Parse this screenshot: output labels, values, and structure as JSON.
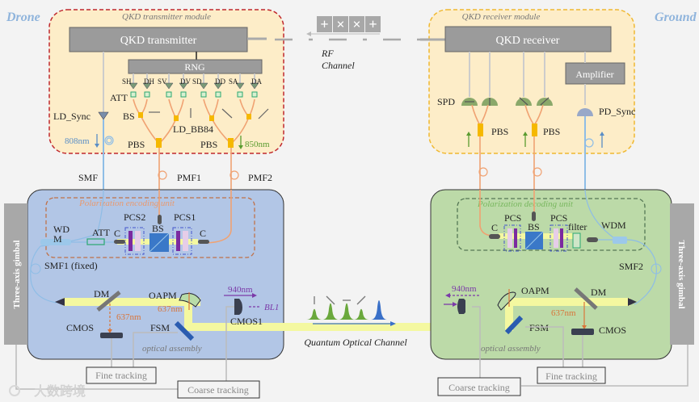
{
  "labels": {
    "drone": "Drone",
    "ground": "Ground",
    "tx_module": "QKD transmitter module",
    "rx_module": "QKD receiver module",
    "qkd_transmitter": "QKD transmitter",
    "qkd_receiver": "QKD receiver",
    "rng": "RNG",
    "amplifier": "Amplifier",
    "att": "ATT",
    "bs": "BS",
    "ld_bb84": "LD_BB84",
    "ld_sync": "LD_Sync",
    "pd_sync": "PD_Sync",
    "pbs": "PBS",
    "spd": "SPD",
    "wl_808": "808nm",
    "wl_850": "850nm",
    "smf": "SMF",
    "pmf1": "PMF1",
    "pmf2": "PMF2",
    "rf_channel_1": "RF",
    "rf_channel_2": "Channel",
    "enc_unit": "Polarization encoding unit",
    "dec_unit": "Polarization decoding unit",
    "pcs1": "PCS1",
    "pcs2": "PCS2",
    "pcs": "PCS",
    "c": "C",
    "wdm_tx_1": "WD",
    "wdm_tx_2": "M",
    "wdm": "WDM",
    "filter": "filter",
    "smf1": "SMF1 (fixed)",
    "smf2": "SMF2",
    "gimbal": "Three-axis gimbal",
    "dm": "DM",
    "oapm": "OAPM",
    "wl_637": "637nm",
    "wl_940": "940nm",
    "bl1": "BL1",
    "cmos": "CMOS",
    "cmos1": "CMOS1",
    "fsm": "FSM",
    "optical_assembly": "optical assembly",
    "fine_tracking": "Fine tracking",
    "coarse_tracking": "Coarse tracking",
    "quantum_channel": "Quantum Optical Channel",
    "watermark": "大数跨境"
  },
  "rng_outputs": [
    "SH",
    "DH",
    "SV",
    "DV",
    "SD",
    "DD",
    "SA",
    "DA"
  ],
  "rf_symbols": [
    "+",
    "×",
    "×",
    "+"
  ],
  "colors": {
    "drone_text": "#8fb4dc",
    "tx_border": "#c0282d",
    "rx_border": "#f0b830",
    "module_bg": "#fdedc8",
    "drone_body": "#b2c6e6",
    "ground_body": "#bcdaa8",
    "fiber_orange": "#f0a272",
    "fiber_blue": "#8ebde6",
    "beam": "#f4f8a0",
    "pbs": "#f5b800",
    "green": "#6aa83c",
    "purple": "#7b3aa8",
    "orange_text": "#d9753a"
  }
}
